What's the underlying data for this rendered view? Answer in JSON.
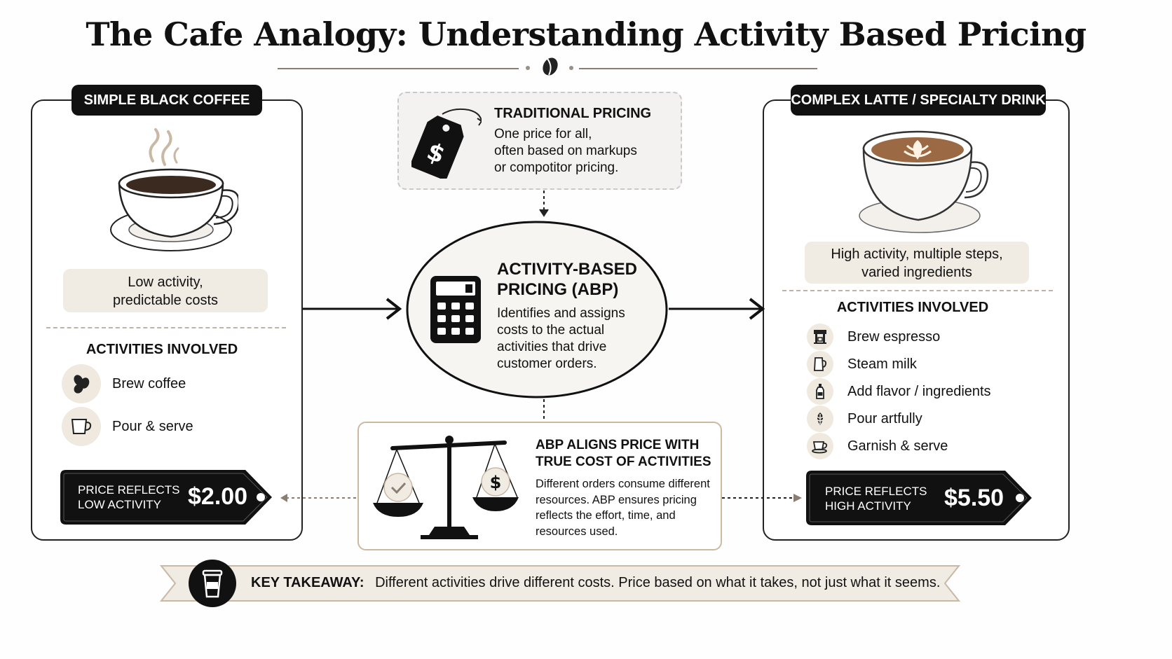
{
  "title": "The Cafe Analogy: Understanding Activity Based Pricing",
  "colors": {
    "dark": "#111111",
    "beige": "#f1ece3",
    "accent_border": "#cdb8a0",
    "rule": "#8a7e72"
  },
  "left": {
    "header": "SIMPLE BLACK COFFEE",
    "summary_line1": "Low activity,",
    "summary_line2": "predictable costs",
    "activities_label": "ACTIVITIES INVOLVED",
    "activities": [
      {
        "icon": "coffee-beans-icon",
        "label": "Brew coffee"
      },
      {
        "icon": "cup-icon",
        "label": "Pour & serve"
      }
    ],
    "tag_line1": "PRICE REFLECTS",
    "tag_line2": "LOW ACTIVITY",
    "price": "$2.00"
  },
  "right": {
    "header": "COMPLEX LATTE / SPECIALTY DRINK",
    "summary_line1": "High activity, multiple steps,",
    "summary_line2": "varied ingredients",
    "activities_label": "ACTIVITIES INVOLVED",
    "activities": [
      {
        "icon": "espresso-machine-icon",
        "label": "Brew espresso"
      },
      {
        "icon": "milk-pitcher-icon",
        "label": "Steam milk"
      },
      {
        "icon": "syrup-bottle-icon",
        "label": "Add flavor / ingredients"
      },
      {
        "icon": "latte-art-icon",
        "label": "Pour artfully"
      },
      {
        "icon": "cup-saucer-icon",
        "label": "Garnish & serve"
      }
    ],
    "tag_line1": "PRICE REFLECTS",
    "tag_line2": "HIGH ACTIVITY",
    "price": "$5.50"
  },
  "traditional": {
    "heading": "TRADITIONAL PRICING",
    "line1": "One price for all,",
    "line2": "often based on markups",
    "line3": "or compotitor pricing."
  },
  "abp": {
    "heading_line1": "ACTIVITY-BASED",
    "heading_line2": "PRICING (ABP)",
    "desc_line1": "Identifies and assigns",
    "desc_line2": "costs to the actual",
    "desc_line3": "activities that drive",
    "desc_line4": "customer orders."
  },
  "align": {
    "heading_line1": "ABP ALIGNS PRICE WITH",
    "heading_line2": "TRUE COST OF ACTIVITIES",
    "desc_line1": "Different orders consume different",
    "desc_line2": "resources. ABP ensures pricing",
    "desc_line3": "reflects the effort, time, and",
    "desc_line4": "resources used."
  },
  "takeaway": {
    "label": "KEY TAKEAWAY:",
    "text": "Different activities drive different costs. Price based on what it takes, not just what it seems."
  }
}
